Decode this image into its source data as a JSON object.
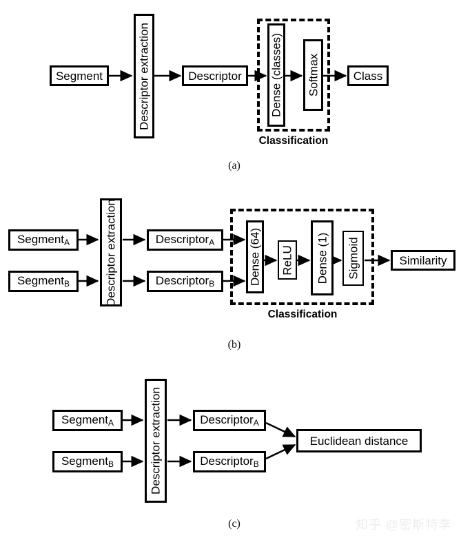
{
  "figure": {
    "watermark": "知乎 @密斯特李"
  },
  "panel_a": {
    "caption": "(a)",
    "segment": "Segment",
    "descriptor_extraction": "Descriptor extraction",
    "descriptor": "Descriptor",
    "dense_classes": "Dense (classes)",
    "softmax": "Softmax",
    "class_out": "Class",
    "group_label": "Classification"
  },
  "panel_b": {
    "caption": "(b)",
    "segment_a": "Segment",
    "segment_a_sub": "A",
    "segment_b": "Segment",
    "segment_b_sub": "B",
    "descriptor_extraction": "Descriptor extraction",
    "descriptor_a": "Descriptor",
    "descriptor_a_sub": "A",
    "descriptor_b": "Descriptor",
    "descriptor_b_sub": "B",
    "dense_64": "Dense (64)",
    "relu": "ReLU",
    "dense_1": "Dense (1)",
    "sigmoid": "Sigmoid",
    "similarity": "Similarity",
    "group_label": "Classification"
  },
  "panel_c": {
    "caption": "(c)",
    "segment_a": "Segment",
    "segment_a_sub": "A",
    "segment_b": "Segment",
    "segment_b_sub": "B",
    "descriptor_extraction": "Descriptor extraction",
    "descriptor_a": "Descriptor",
    "descriptor_a_sub": "A",
    "descriptor_b": "Descriptor",
    "descriptor_b_sub": "B",
    "euclidean_distance": "Euclidean distance"
  },
  "colors": {
    "stroke": "#000000",
    "background": "#ffffff",
    "watermark": "#ededed"
  }
}
